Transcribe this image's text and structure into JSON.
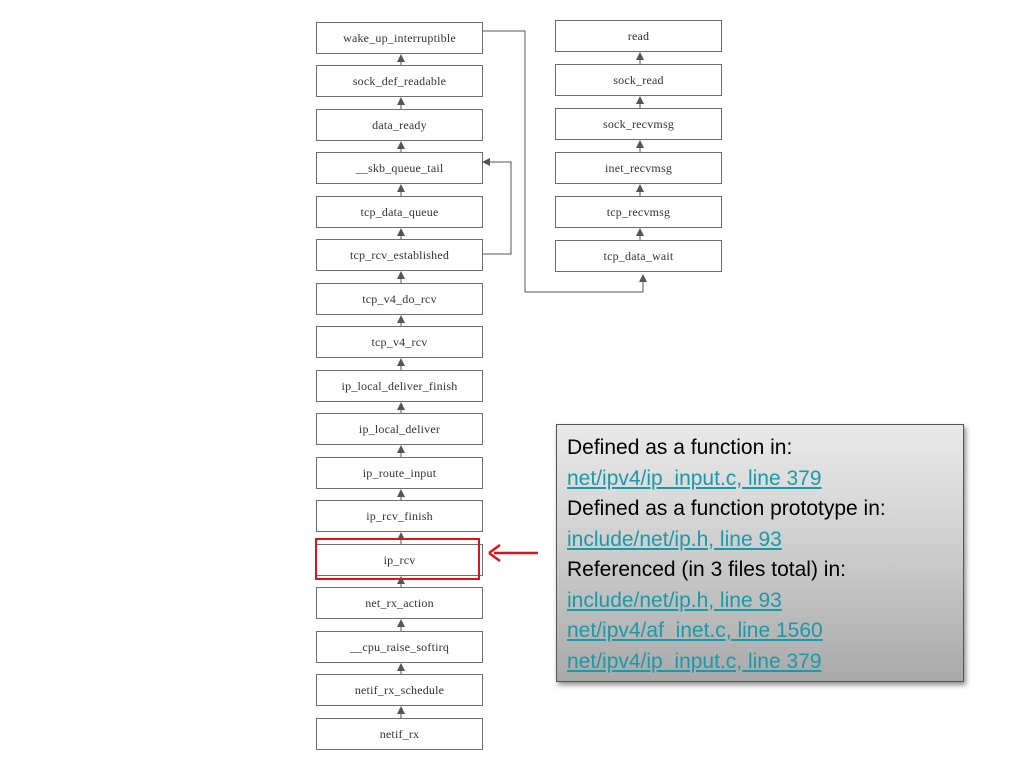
{
  "left_chain": [
    "wake_up_interruptible",
    "sock_def_readable",
    "data_ready",
    "__skb_queue_tail",
    "tcp_data_queue",
    "tcp_rcv_established",
    "tcp_v4_do_rcv",
    "tcp_v4_rcv",
    "ip_local_deliver_finish",
    "ip_local_deliver",
    "ip_route_input",
    "ip_rcv_finish",
    "ip_rcv",
    "net_rx_action",
    "__cpu_raise_softirq",
    "netif_rx_schedule",
    "netif_rx"
  ],
  "right_chain": [
    "read",
    "sock_read",
    "sock_recvmsg",
    "inet_recvmsg",
    "tcp_recvmsg",
    "tcp_data_wait"
  ],
  "highlighted_node": "ip_rcv",
  "colors": {
    "highlight": "#d6161c",
    "link": "#1a9aa8"
  },
  "callout": {
    "defined_function_label": "Defined as a function in:",
    "defined_function_link": "net/ipv4/ip_input.c, line 379",
    "defined_prototype_label": "Defined as a function prototype in:",
    "defined_prototype_link": "include/net/ip.h, line 93",
    "referenced_label": "Referenced (in 3 files total) in:",
    "referenced_links": [
      "include/net/ip.h, line 93",
      "net/ipv4/af_inet.c, line 1560",
      "net/ipv4/ip_input.c, line 379"
    ]
  }
}
